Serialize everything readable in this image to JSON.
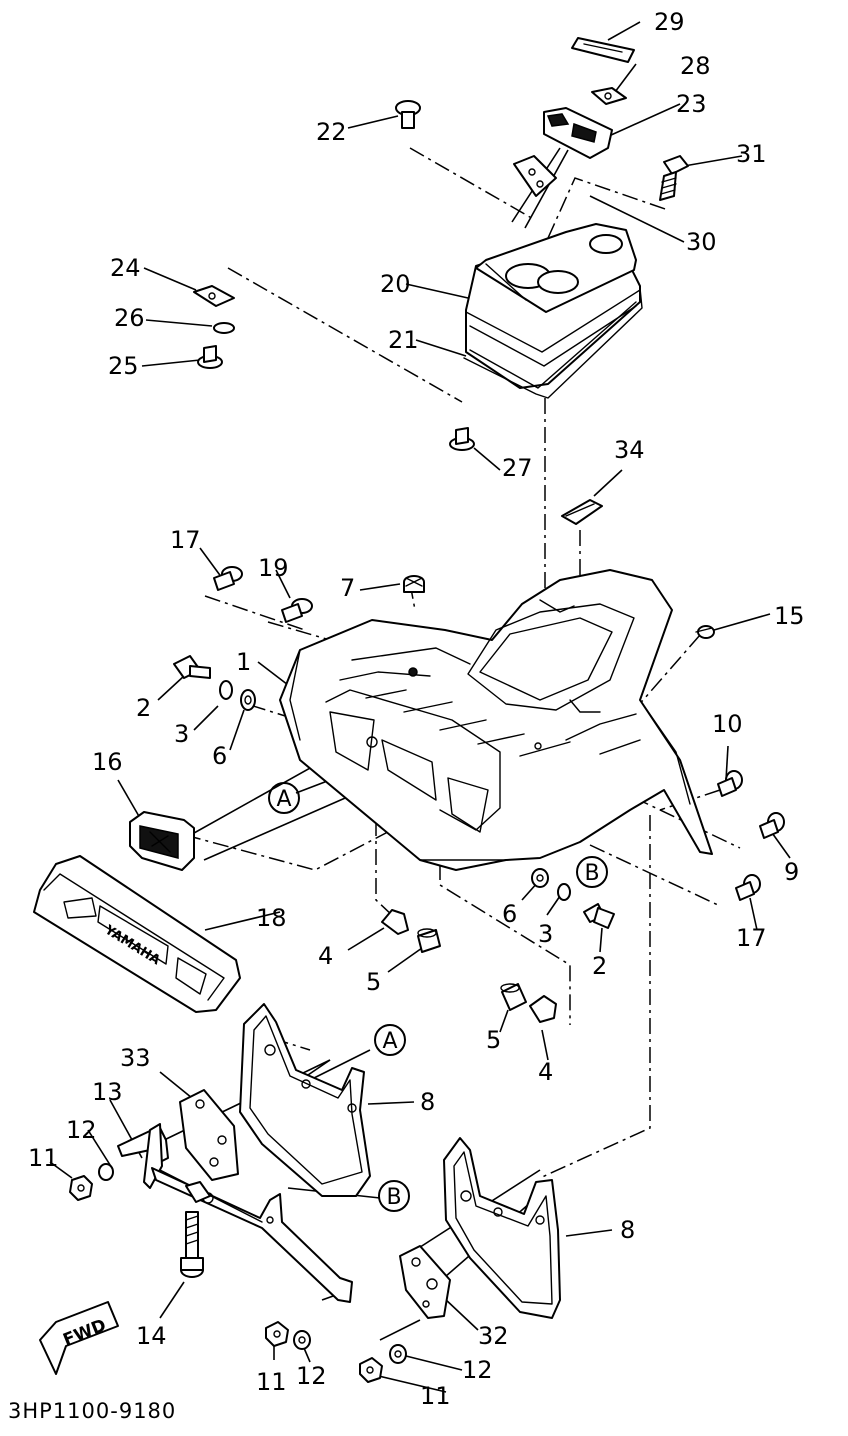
{
  "diagram_code": "3HP1100-9180",
  "fwd_label": "FWD",
  "brand_label": "YAMAHA",
  "ref_markers": {
    "A": "A",
    "B": "B"
  },
  "callouts": {
    "c1": "1",
    "c2a": "2",
    "c2b": "2",
    "c3a": "3",
    "c3b": "3",
    "c4a": "4",
    "c4b": "4",
    "c5a": "5",
    "c5b": "5",
    "c6a": "6",
    "c6b": "6",
    "c7": "7",
    "c8a": "8",
    "c8b": "8",
    "c9": "9",
    "c10": "10",
    "c11a": "11",
    "c11b": "11",
    "c11c": "11",
    "c12a": "12",
    "c12b": "12",
    "c12c": "12",
    "c13": "13",
    "c14": "14",
    "c15": "15",
    "c16": "16",
    "c17a": "17",
    "c17b": "17",
    "c18": "18",
    "c19": "19",
    "c20": "20",
    "c21": "21",
    "c22": "22",
    "c23": "23",
    "c24": "24",
    "c25": "25",
    "c26": "26",
    "c27": "27",
    "c28": "28",
    "c29": "29",
    "c30": "30",
    "c31": "31",
    "c32": "32",
    "c33": "33",
    "c34": "34"
  }
}
